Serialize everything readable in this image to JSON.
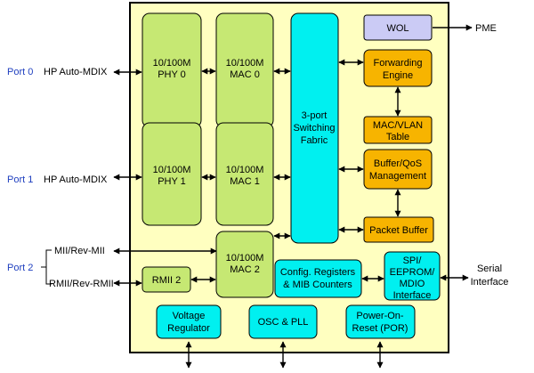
{
  "chip": {
    "phy0": [
      "10/100M",
      "PHY 0"
    ],
    "mac0": [
      "10/100M",
      "MAC 0"
    ],
    "phy1": [
      "10/100M",
      "PHY 1"
    ],
    "mac1": [
      "10/100M",
      "MAC 1"
    ],
    "mac2": [
      "10/100M",
      "MAC 2"
    ],
    "rmii2": "RMII 2",
    "switch_fabric": [
      "3-port",
      "Switching",
      "Fabric"
    ],
    "wol": "WOL",
    "forwarding_engine": [
      "Forwarding",
      "Engine"
    ],
    "mac_vlan_table": [
      "MAC/VLAN",
      "Table"
    ],
    "buffer_qos": [
      "Buffer/QoS",
      "Management"
    ],
    "packet_buffer": "Packet Buffer",
    "config_registers": [
      "Config. Registers",
      "& MIB Counters"
    ],
    "spi_interface": [
      "SPI/",
      "EEPROM/",
      "MDIO",
      "Interface"
    ],
    "voltage_regulator": [
      "Voltage",
      "Regulator"
    ],
    "osc_pll": "OSC & PLL",
    "power_on_reset": [
      "Power-On-",
      "Reset (POR)"
    ]
  },
  "external": {
    "port0_name": "Port 0",
    "port0_desc": "HP Auto-MDIX",
    "port1_name": "Port 1",
    "port1_desc": "HP Auto-MDIX",
    "port2_name": "Port 2",
    "port2_mii": "MII/Rev-MII",
    "port2_rmii": "RMII/Rev-RMII",
    "pme": "PME",
    "serial_interface": [
      "Serial",
      "Interface"
    ]
  },
  "colors": {
    "chip_fill": "#ffffc0",
    "green_block": "#c6e873",
    "cyan_block": "#00f0f0",
    "orange_block": "#f7b400",
    "wol_fill": "#cbcbf5",
    "port_text": "#1f3fbf"
  }
}
